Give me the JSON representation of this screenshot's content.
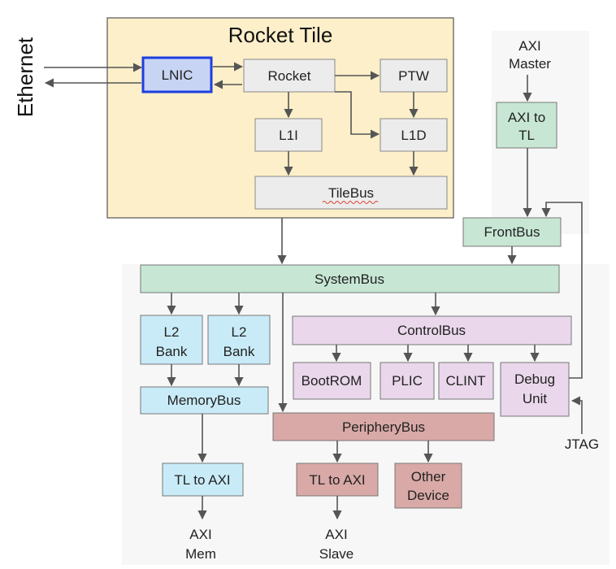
{
  "tile": {
    "title": "Rocket Tile"
  },
  "ethernet": "Ethernet",
  "nodes": {
    "lnic": "LNIC",
    "rocket": "Rocket",
    "ptw": "PTW",
    "l1i": "L1I",
    "l1d": "L1D",
    "tilebus": "TileBus",
    "axi_master": [
      "AXI",
      "Master"
    ],
    "axi_to_tl": [
      "AXI to",
      "TL"
    ],
    "frontbus": "FrontBus",
    "systembus": "SystemBus",
    "l2_bank_1": [
      "L2",
      "Bank"
    ],
    "l2_bank_2": [
      "L2",
      "Bank"
    ],
    "controlbus": "ControlBus",
    "bootrom": "BootROM",
    "plic": "PLIC",
    "clint": "CLINT",
    "debug_unit": [
      "Debug",
      "Unit"
    ],
    "memorybus": "MemoryBus",
    "jtag": "JTAG",
    "peripherybus": "PeripheryBus",
    "tl_to_axi_mem": "TL to AXI",
    "tl_to_axi_slave": "TL to AXI",
    "other_device": [
      "Other",
      "Device"
    ],
    "axi_mem": [
      "AXI",
      "Mem"
    ],
    "axi_slave": [
      "AXI",
      "Slave"
    ]
  },
  "colors": {
    "tile_bg": "#fdefc9",
    "tile_border": "#555555",
    "grey_box": "#ececec",
    "lnic_fill": "#c7d4f3",
    "lnic_border": "#1d3fe0",
    "green_box": "#c7e7d4",
    "blue_box": "#c9ebf8",
    "purple_box": "#ead7eb",
    "red_box": "#d8a9a6"
  }
}
